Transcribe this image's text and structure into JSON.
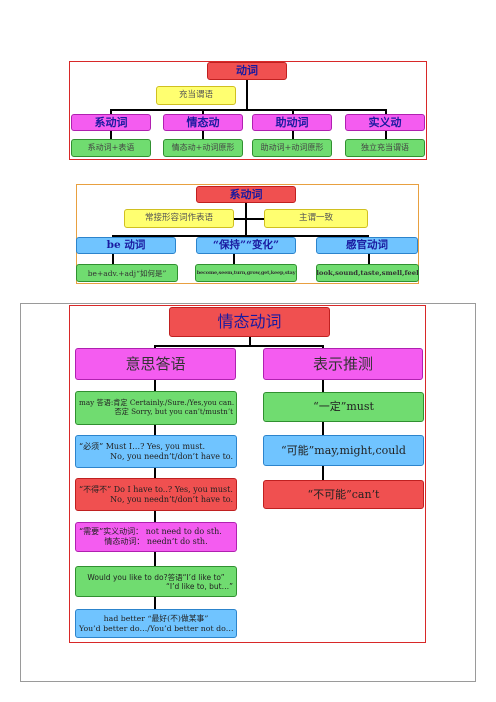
{
  "d1": {
    "root": "动词",
    "note": "充当谓语",
    "cats": [
      "系动词",
      "情态动",
      "助动词",
      "实义动"
    ],
    "descs": [
      "系动词+表语",
      "情态动+动词原形",
      "助动词+动词原形",
      "独立充当谓语"
    ]
  },
  "d2": {
    "root": "系动词",
    "notes": [
      "常接形容词作表语",
      "主谓一致"
    ],
    "cats": [
      "be 动词",
      "“保持”“变化”",
      "感官动词"
    ],
    "descs": [
      "be+adv.+adj“如何是”",
      "become,seem,turn,grow,get,keep,stay",
      "look,sound,taste,smell,feel"
    ]
  },
  "d3": {
    "root": "情态动词",
    "left_head": "意思答语",
    "right_head": "表示推测",
    "left_items": [
      {
        "lines": [
          "may 答语:肯定 Certainly./Sure./Yes,you can.",
          "否定 Sorry, but you can’t/mustn’t"
        ]
      },
      {
        "lines": [
          "“必须” Must I…?  Yes, you must.",
          "No, you needn’t/don’t have to."
        ]
      },
      {
        "lines": [
          "“不得不” Do I have to..? Yes, you must.",
          "No, you needn’t/don’t have to."
        ]
      },
      {
        "lines": [
          "“需要”实义动词：  not need to do sth.",
          "情态动词：  needn’t do sth."
        ]
      },
      {
        "lines": [
          "Would you like to do?答语“I’d like to”",
          "“I’d like to, but…”"
        ]
      },
      {
        "lines": [
          "had better “最好(不)做某事”",
          "You’d better do…/You’d better not do…"
        ]
      }
    ],
    "right_items": [
      "“一定”must",
      "“可能”may,might,could",
      "“不可能”can’t"
    ]
  }
}
